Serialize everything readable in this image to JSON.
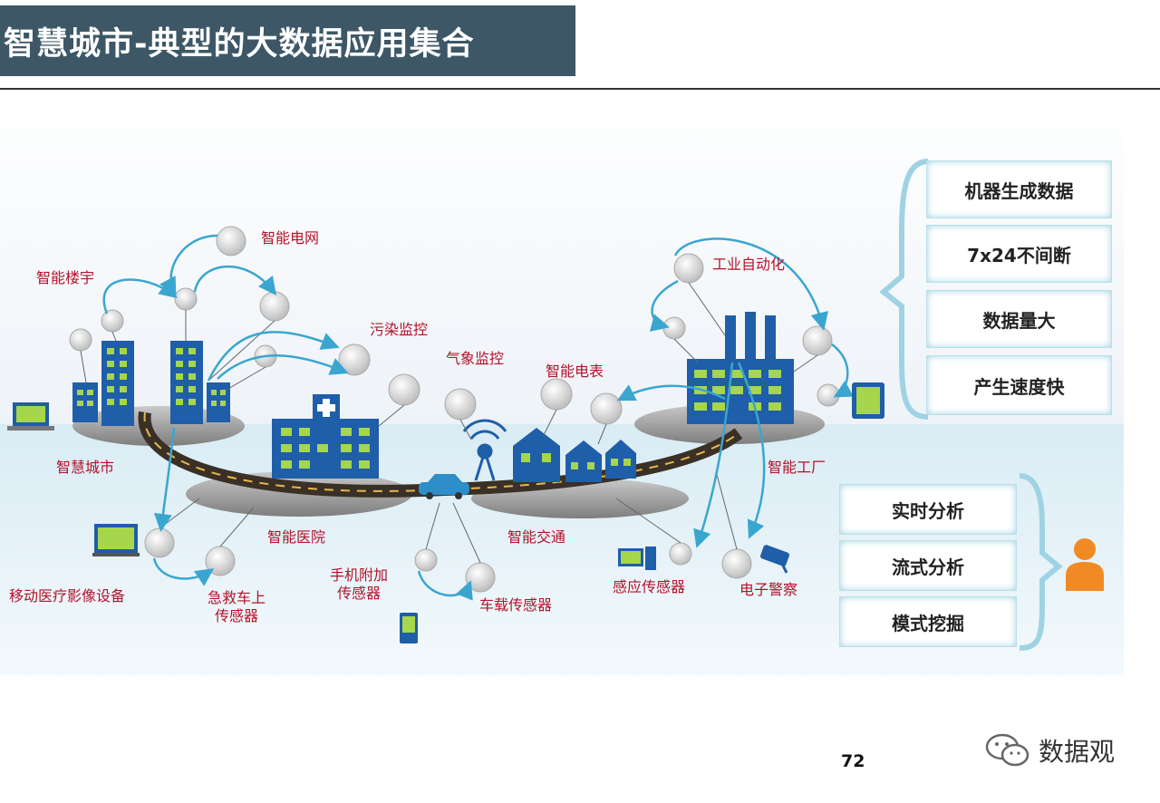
{
  "title": "智慧城市-典型的大数据应用集合",
  "page_number": "72",
  "watermark": {
    "text": "数据观",
    "icon": "wechat-icon"
  },
  "diagram_labels": {
    "smart_building": "智能楼宇",
    "smart_grid": "智能电网",
    "pollution_monitor": "污染监控",
    "weather_monitor": "气象监控",
    "smart_meter": "智能电表",
    "industrial_automation": "工业自动化",
    "smart_city": "智慧城市",
    "smart_hospital": "智能医院",
    "smart_traffic": "智能交通",
    "smart_factory": "智能工厂",
    "mobile_medical_imaging": "移动医疗影像设备",
    "ambulance_sensor": "急救车上\n传感器",
    "phone_sensor": "手机附加\n传感器",
    "vehicle_sensor": "车载传感器",
    "induction_sensor": "感应传感器",
    "e_police": "电子警察"
  },
  "data_traits": [
    "机器生成数据",
    "7x24不间断",
    "数据量大",
    "产生速度快"
  ],
  "analysis_methods": [
    "实时分析",
    "流式分析",
    "模式挖掘"
  ],
  "colors": {
    "title_bg": "#3d5766",
    "label_red": "#b3122a",
    "building_blue": "#1f5ea8",
    "window_green": "#a6d64b",
    "arrow_blue": "#3aa6d0",
    "road": "#3a3026",
    "person_orange": "#f08a24"
  }
}
